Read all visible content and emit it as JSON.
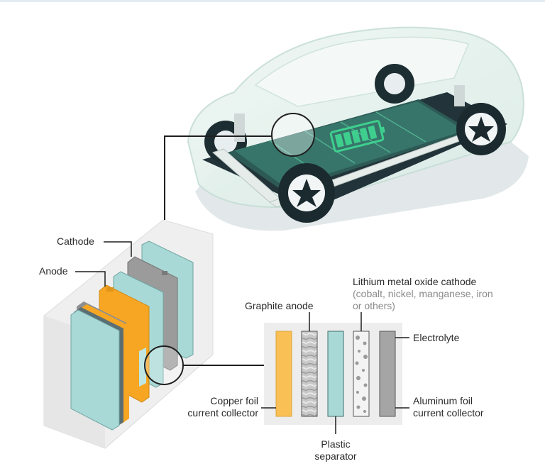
{
  "labels": {
    "cathode": "Cathode",
    "anode": "Anode",
    "lithium_title": "Lithium metal oxide cathode",
    "lithium_sub1": "(cobalt, nickel, manganese, iron",
    "lithium_sub2": "or others)",
    "graphite_anode": "Graphite anode",
    "electrolyte": "Electrolyte",
    "copper_line1": "Copper foil",
    "copper_line2": "current collector",
    "aluminum_line1": "Aluminum foil",
    "aluminum_line2": "current collector",
    "separator_line1": "Plastic",
    "separator_line2": "separator"
  },
  "colors": {
    "battery_green": "#2a8a6a",
    "battery_glow": "#3ecf8e",
    "copper_foil": "#f8c055",
    "anode_orange": "#f7a623",
    "separator_teal": "#a9d9d6",
    "cathode_gray": "#9b9b9b",
    "car_body": "#dfeee8",
    "chassis_dark": "#1d2e33"
  }
}
